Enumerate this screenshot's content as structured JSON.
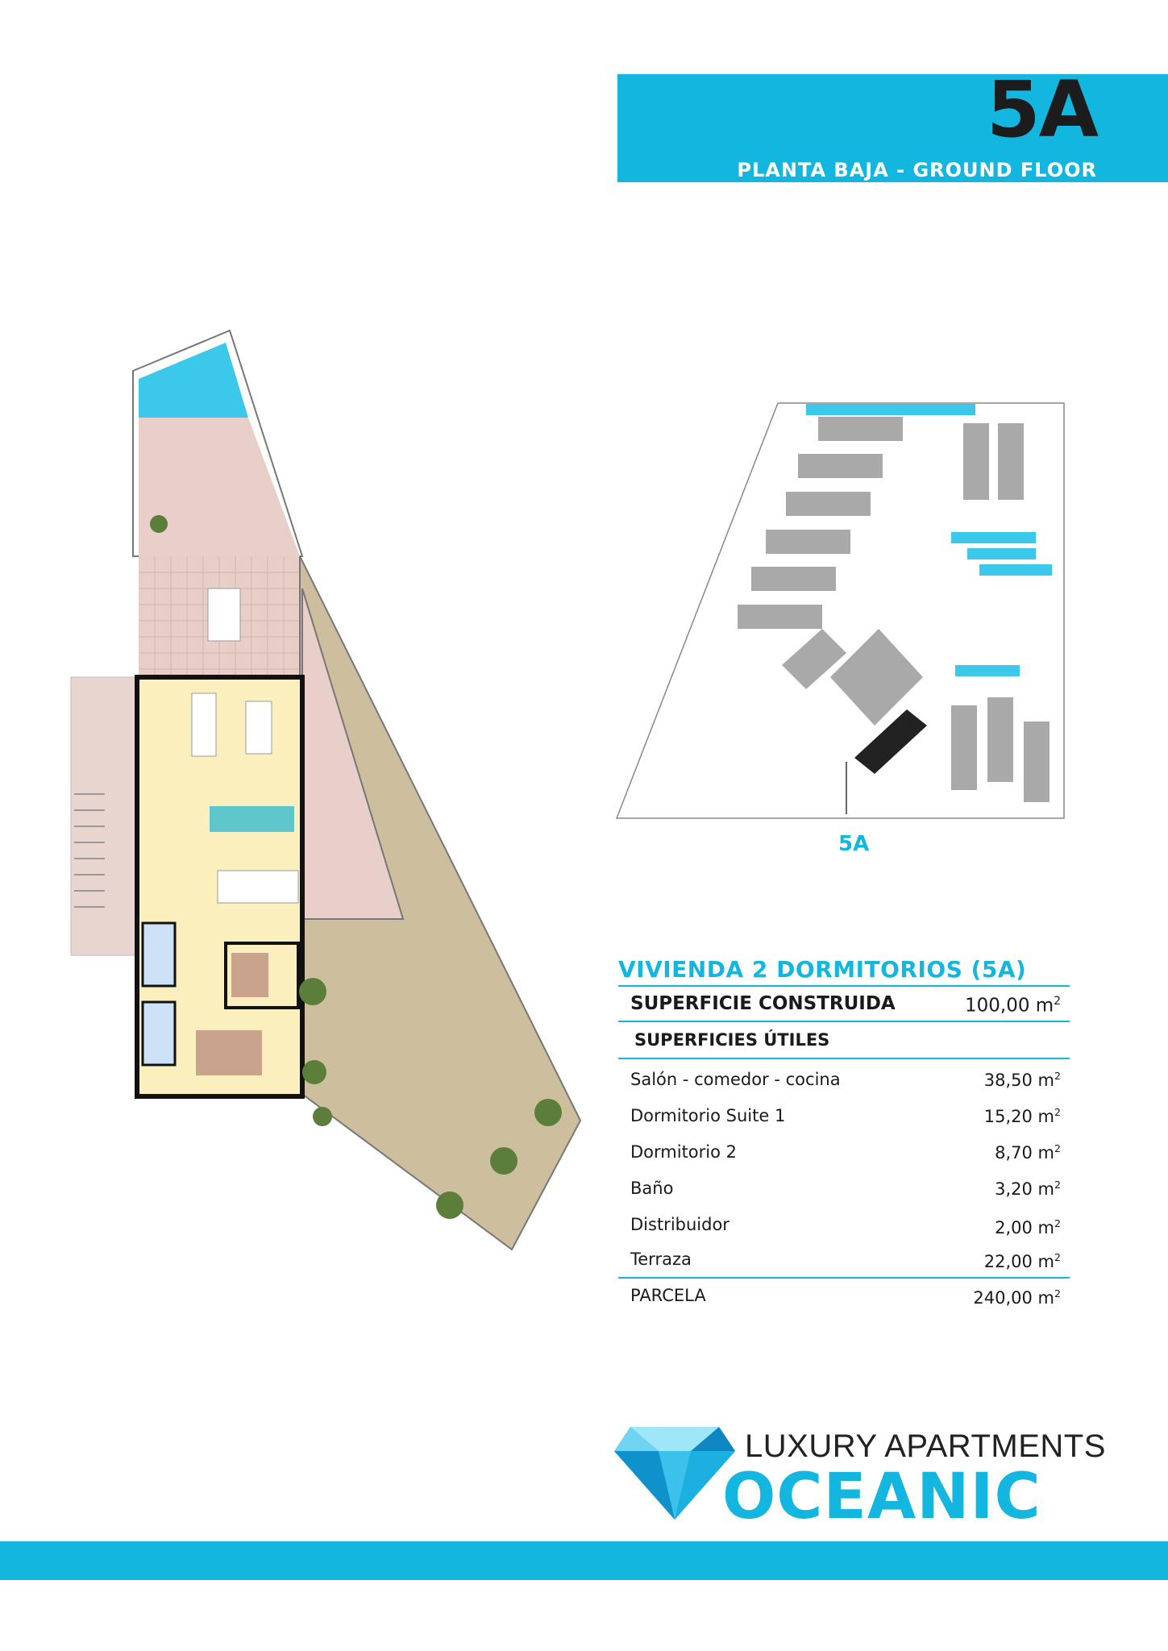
{
  "header": {
    "unit_code": "5A",
    "floor_label": "PLANTA BAJA - GROUND FLOOR",
    "accent_color": "#12b6de"
  },
  "site_plan": {
    "unit_label": "5A"
  },
  "specs": {
    "title": "VIVIENDA 2 DORMITORIOS (5A)",
    "built_area_label": "SUPERFICIE CONSTRUIDA",
    "built_area_value": "100,00 m",
    "useful_areas_label": "SUPERFICIES ÚTILES",
    "rows": [
      {
        "label": "Salón - comedor - cocina",
        "value": "38,50 m"
      },
      {
        "label": "Dormitorio Suite 1",
        "value": "15,20 m"
      },
      {
        "label": "Dormitorio 2",
        "value": "8,70 m"
      },
      {
        "label": "Baño",
        "value": "3,20 m"
      },
      {
        "label": "Distribuidor",
        "value": "2,00 m"
      },
      {
        "label": "Terraza",
        "value": "22,00 m"
      }
    ],
    "plot_label": "PARCELA",
    "plot_value": "240,00 m",
    "unit_superscript": "2"
  },
  "brand": {
    "tagline": "LUXURY APARTMENTS",
    "name": "OCEANIC"
  },
  "icons": {
    "logo": "diamond-logo-icon"
  }
}
